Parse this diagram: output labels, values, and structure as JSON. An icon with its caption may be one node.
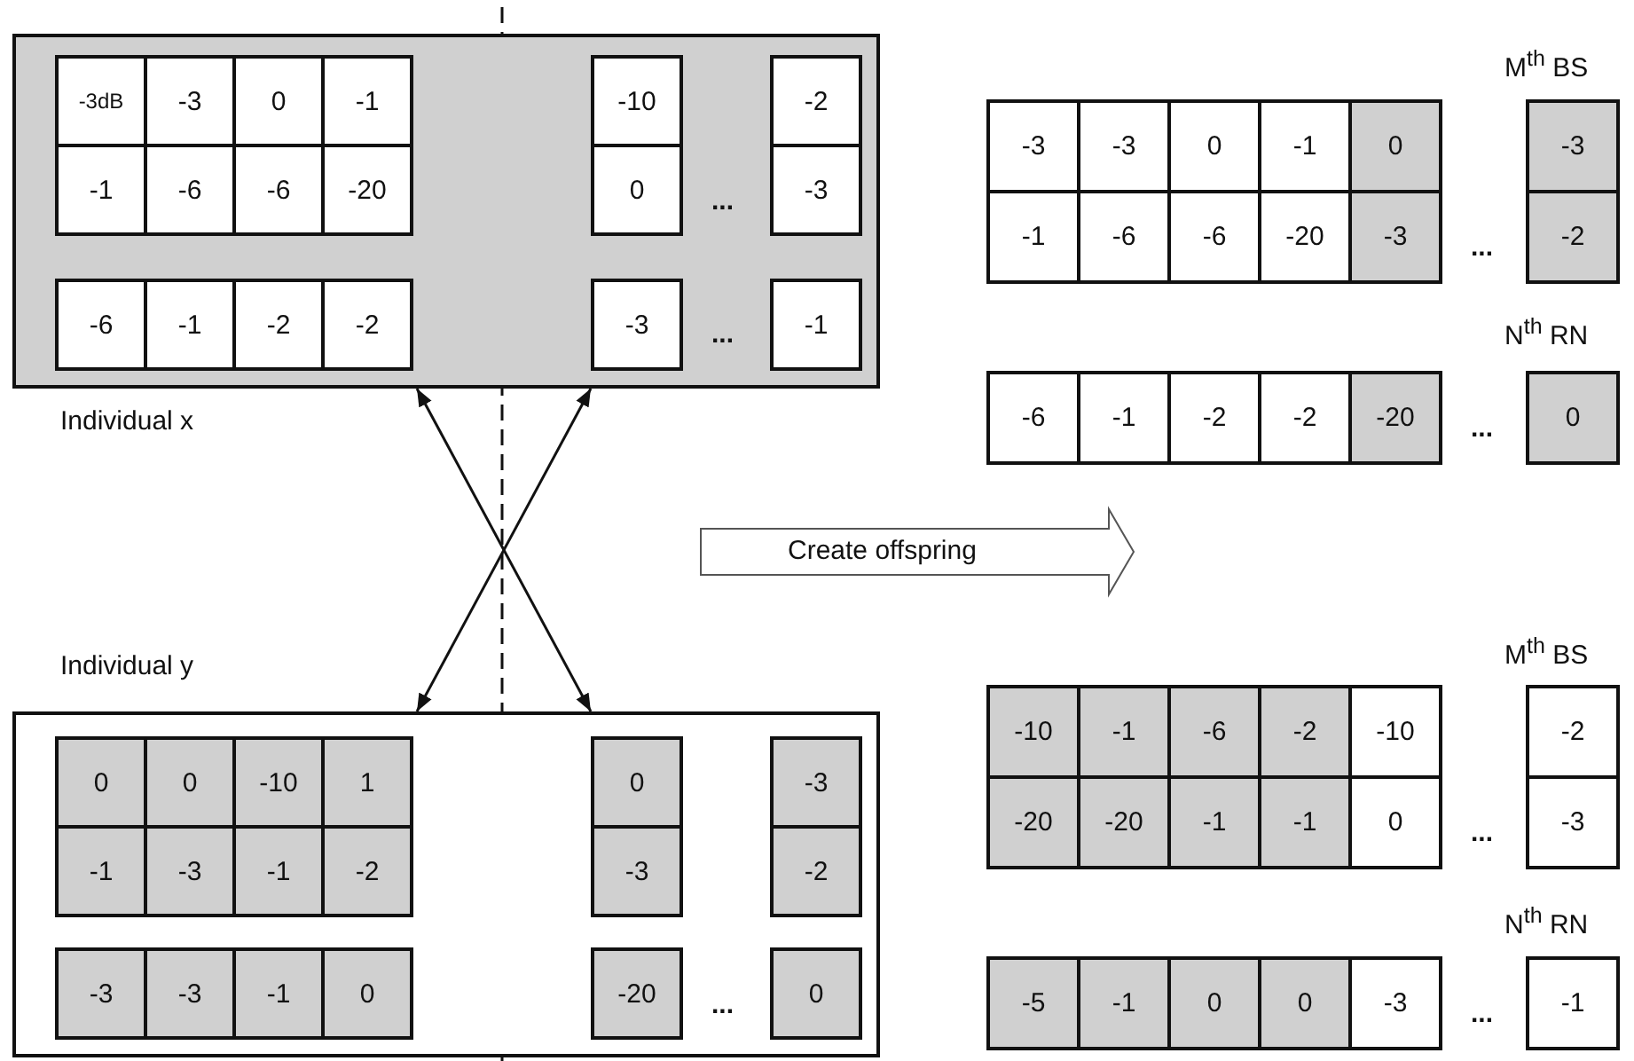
{
  "diagram": {
    "nodes": [
      {
        "text": [
          "Individual x"
        ]
      },
      {
        "text": [
          "-3dB"
        ],
        "in": 0
      },
      {
        "text": [
          "-3"
        ],
        "in": 0
      },
      {
        "text": [
          "0"
        ],
        "in": 0
      },
      {
        "text": [
          "-1"
        ],
        "in": 0
      },
      {
        "text": [
          "-10"
        ],
        "in": 0
      },
      {
        "text": [
          "-2"
        ],
        "in": 0
      },
      {
        "text": [
          "-1"
        ],
        "in": 0
      },
      {
        "text": [
          "-6"
        ],
        "in": 0
      },
      {
        "text": [
          "-6"
        ],
        "in": 0
      },
      {
        "text": [
          "-20"
        ],
        "in": 0
      },
      {
        "text": [
          "0"
        ],
        "in": 0
      },
      {
        "text": [
          "-3"
        ],
        "in": 0
      },
      {
        "text": [
          "-6"
        ],
        "in": 0
      },
      {
        "text": [
          "-1"
        ],
        "in": 0
      },
      {
        "text": [
          "-2"
        ],
        "in": 0
      },
      {
        "text": [
          "-2"
        ],
        "in": 0
      },
      {
        "text": [
          "-3"
        ],
        "in": 0
      },
      {
        "text": [
          "-1"
        ],
        "in": 0
      },
      {
        "text": [
          "-3"
        ]
      },
      {
        "text": [
          "-3"
        ]
      },
      {
        "text": [
          "0"
        ]
      },
      {
        "text": [
          "-1"
        ]
      },
      {
        "text": [
          "0"
        ]
      },
      {
        "text": [
          "-3"
        ]
      },
      {
        "text": [
          "-1"
        ]
      },
      {
        "text": [
          "-6"
        ]
      },
      {
        "text": [
          "-6"
        ]
      },
      {
        "text": [
          "-20"
        ]
      },
      {
        "text": [
          "-3"
        ]
      },
      {
        "text": [
          "-2"
        ]
      },
      {
        "text": [
          "-6"
        ]
      },
      {
        "text": [
          "-1"
        ]
      },
      {
        "text": [
          "-2"
        ]
      },
      {
        "text": [
          "-2"
        ]
      },
      {
        "text": [
          "-20"
        ]
      },
      {
        "text": [
          "0"
        ]
      },
      {
        "text": [
          "Create offspring"
        ]
      },
      {
        "text": [
          "Individual y"
        ]
      },
      {
        "text": [
          "0"
        ],
        "in": 38
      },
      {
        "text": [
          "0"
        ],
        "in": 38
      },
      {
        "text": [
          "-10"
        ],
        "in": 38
      },
      {
        "text": [
          "1"
        ],
        "in": 38
      },
      {
        "text": [
          "0"
        ],
        "in": 38
      },
      {
        "text": [
          "-3"
        ],
        "in": 38
      },
      {
        "text": [
          "-1"
        ],
        "in": 38
      },
      {
        "text": [
          "-3"
        ],
        "in": 38
      },
      {
        "text": [
          "-1"
        ],
        "in": 38
      },
      {
        "text": [
          "-2"
        ],
        "in": 38
      },
      {
        "text": [
          "-3"
        ],
        "in": 38
      },
      {
        "text": [
          "-2"
        ],
        "in": 38
      },
      {
        "text": [
          "-3"
        ],
        "in": 38
      },
      {
        "text": [
          "-3"
        ],
        "in": 38
      },
      {
        "text": [
          "-1"
        ],
        "in": 38
      },
      {
        "text": [
          "0"
        ],
        "in": 38
      },
      {
        "text": [
          "-20"
        ],
        "in": 38
      },
      {
        "text": [
          "0"
        ],
        "in": 38
      },
      {
        "text": [
          "-10"
        ]
      },
      {
        "text": [
          "-1"
        ]
      },
      {
        "text": [
          "-6"
        ]
      },
      {
        "text": [
          "-2"
        ]
      },
      {
        "text": [
          "-10"
        ]
      },
      {
        "text": [
          "-2"
        ]
      },
      {
        "text": [
          "-20"
        ]
      },
      {
        "text": [
          "-20"
        ]
      },
      {
        "text": [
          "-1"
        ]
      },
      {
        "text": [
          "-1"
        ]
      },
      {
        "text": [
          "0"
        ]
      },
      {
        "text": [
          "-3"
        ]
      },
      {
        "text": [
          "-5"
        ]
      },
      {
        "text": [
          "-1"
        ]
      },
      {
        "text": [
          "0"
        ]
      },
      {
        "text": [
          "0"
        ]
      },
      {
        "text": [
          "-3"
        ]
      },
      {
        "text": [
          "-1"
        ]
      }
    ],
    "edges": [
      {
        "from": 0,
        "to": 38,
        "arrow": "both"
      },
      {
        "from": 0,
        "to": 38,
        "arrow": "both"
      }
    ],
    "labels": [
      "M$^{th}$ BS",
      "...",
      "...",
      "N$^{th}$ RN",
      "...",
      "...",
      "M$^{th}$ BS",
      "...",
      "N$^{th}$ RN",
      "...",
      "..."
    ]
  }
}
